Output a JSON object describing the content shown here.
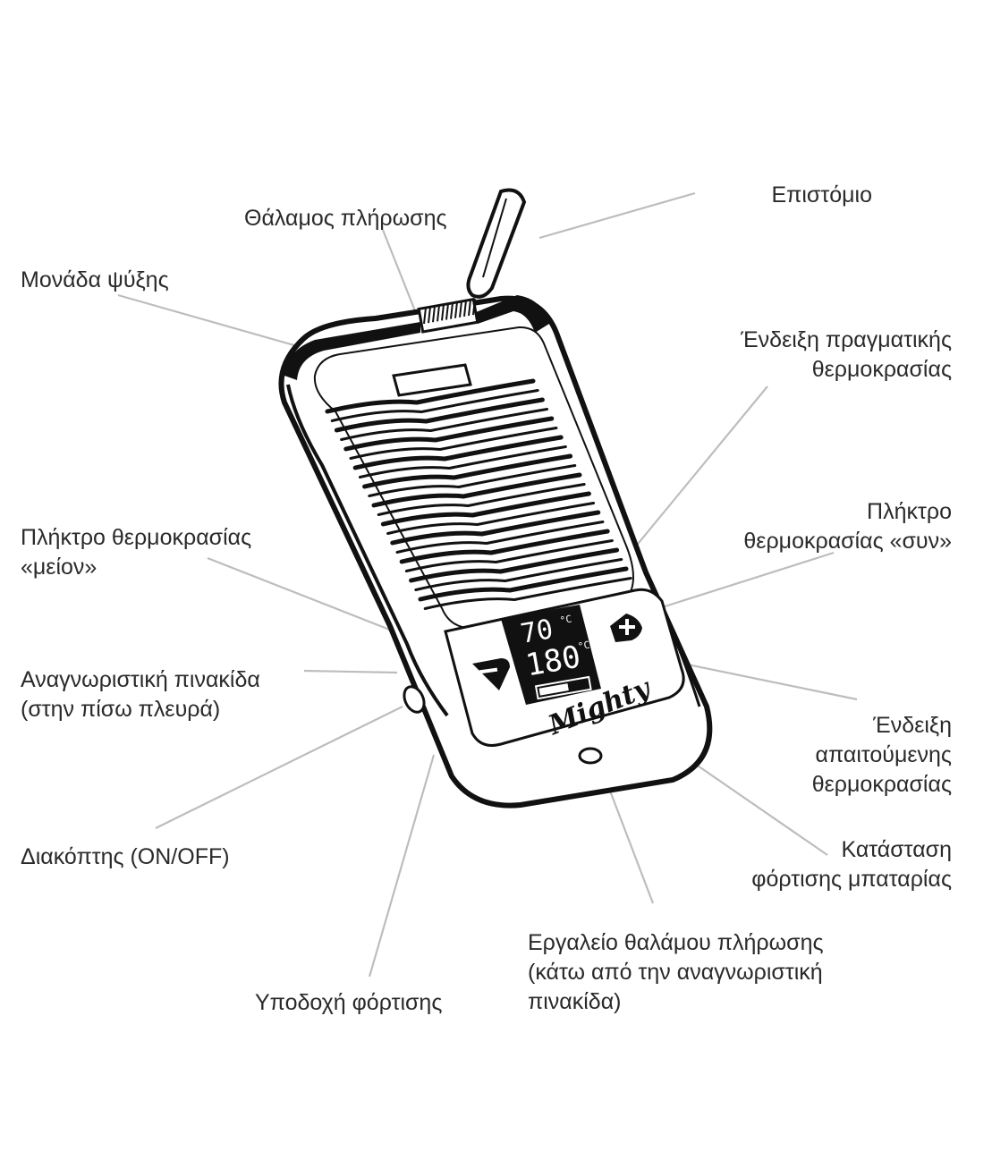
{
  "colors": {
    "leader_line": "#bdbdbd",
    "ink": "#111111",
    "label_text": "#2a2a2a",
    "background": "#ffffff"
  },
  "device": {
    "display_actual_temp": "70",
    "display_target_temp": "180",
    "unit": "°C",
    "logo_text": "Mighty",
    "battery_level_fraction": 0.6,
    "minus_button_icon": "minus-icon",
    "plus_button_icon": "plus-icon"
  },
  "labels": {
    "mouthpiece": [
      "Επιστόμιο"
    ],
    "filling_chamber": [
      "Θάλαμος πλήρωσης"
    ],
    "cooling_unit": [
      "Μονάδα ψύξης"
    ],
    "actual_temp": [
      "Ένδειξη πραγματικής",
      "θερμοκρασίας"
    ],
    "plus_button": [
      "Πλήκτρο",
      "θερμοκρασίας «συν»"
    ],
    "minus_button": [
      "Πλήκτρο θερμοκρασίας",
      "«μείον»"
    ],
    "id_plate": [
      "Αναγνωριστική πινακίδα",
      "(στην πίσω πλευρά)"
    ],
    "target_temp": [
      "Ένδειξη",
      "απαιτούμενης",
      "θερμοκρασίας"
    ],
    "power_switch": [
      "Διακόπτης (ON/OFF)"
    ],
    "battery_status": [
      "Κατάσταση",
      "φόρτισης μπαταρίας"
    ],
    "chamber_tool": [
      "Εργαλείο θαλάμου πλήρωσης",
      "(κάτω από την αναγνωριστική",
      "πινακίδα)"
    ],
    "charging_socket": [
      "Υποδοχή φόρτισης"
    ]
  }
}
